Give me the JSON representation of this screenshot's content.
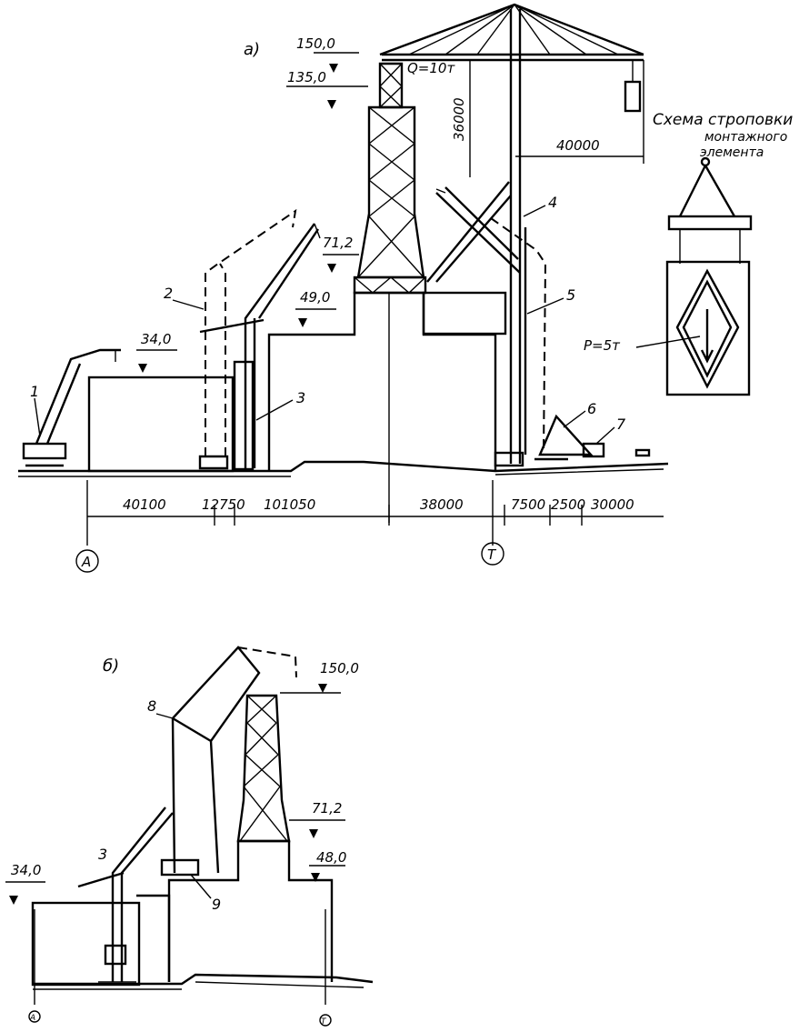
{
  "view_a": {
    "label": "а)",
    "elevations": [
      "150,0",
      "135,0",
      "71,2",
      "49,0",
      "34,0"
    ],
    "load": "Q=10т",
    "dim_vertical": "36000",
    "dim_reach": "40000",
    "dims_bottom": [
      "40100",
      "12750",
      "101050",
      "38000",
      "7500",
      "2500",
      "30000"
    ],
    "axis_a": "А",
    "axis_t": "Т",
    "items": [
      "1",
      "2",
      "3",
      "4",
      "5",
      "6",
      "7"
    ]
  },
  "sling_scheme": {
    "title_line1": "Схема строповки",
    "title_line2": "монтажного",
    "title_line3": "элемента",
    "weight": "P=5т"
  },
  "view_b": {
    "label": "б)",
    "elevations": [
      "150,0",
      "71,2",
      "48,0",
      "34,0"
    ],
    "items": [
      "8",
      "3",
      "9"
    ],
    "axis_left": "А",
    "axis_right": "Т"
  }
}
